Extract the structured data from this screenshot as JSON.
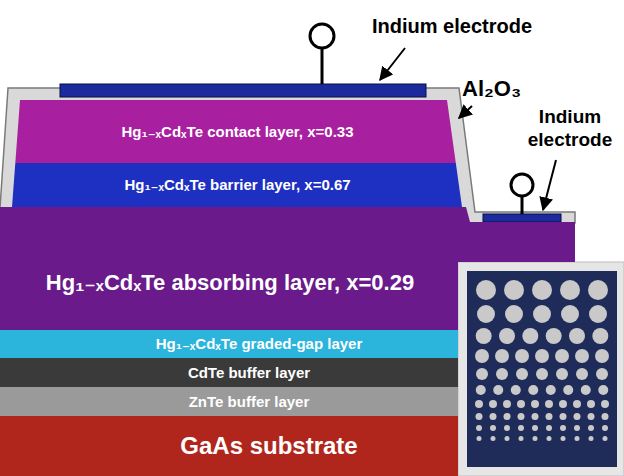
{
  "diagram": {
    "nodes": [
      {
        "text": [
          "Hg₁₋ₓCdₓTe contact layer, x=0.33"
        ]
      },
      {
        "text": [
          "Hg₁₋ₓCdₓTe barrier layer, x=0.67"
        ]
      },
      {
        "text": [
          "Hg₁₋ₓCdₓTe absorbing layer, x=0.29"
        ]
      },
      {
        "text": [
          "Hg₁₋ₓCdₓTe graded-gap layer"
        ]
      },
      {
        "text": [
          "CdTe buffer layer"
        ]
      },
      {
        "text": [
          "ZnTe buffer layer"
        ]
      },
      {
        "text": [
          "GaAs substrate"
        ]
      }
    ],
    "labels": [
      "Indium electrode",
      "Al₂O₃",
      "Indium electrode"
    ]
  }
}
